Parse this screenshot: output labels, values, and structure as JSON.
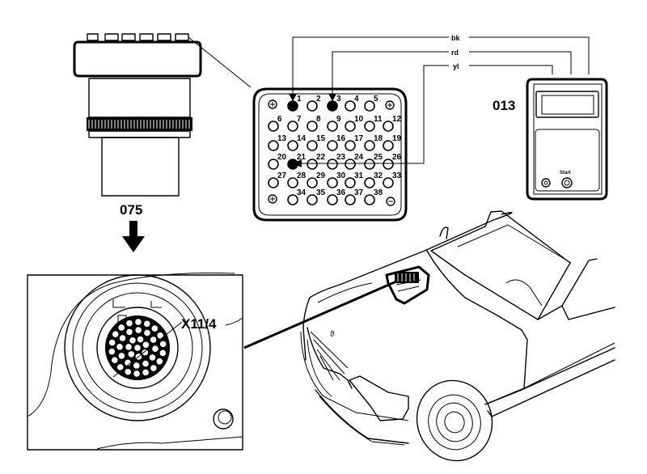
{
  "labels": {
    "adapter": "075",
    "tester": "013",
    "socket": "X11/4"
  },
  "wires": [
    {
      "label": "bk",
      "pin": 1
    },
    {
      "label": "rd",
      "pin": 3
    },
    {
      "label": "yl",
      "pin": 21
    }
  ],
  "tester": {
    "button_label": "Start"
  },
  "connector": {
    "pins": [
      {
        "n": "1",
        "active": true
      },
      {
        "n": "2",
        "active": false
      },
      {
        "n": "3",
        "active": true
      },
      {
        "n": "4",
        "active": false
      },
      {
        "n": "5",
        "active": false
      },
      {
        "n": "6",
        "active": false
      },
      {
        "n": "7",
        "active": false
      },
      {
        "n": "8",
        "active": false
      },
      {
        "n": "9",
        "active": false
      },
      {
        "n": "10",
        "active": false
      },
      {
        "n": "11",
        "active": false
      },
      {
        "n": "12",
        "active": false
      },
      {
        "n": "13",
        "active": false
      },
      {
        "n": "14",
        "active": false
      },
      {
        "n": "15",
        "active": false
      },
      {
        "n": "16",
        "active": false
      },
      {
        "n": "17",
        "active": false
      },
      {
        "n": "18",
        "active": false
      },
      {
        "n": "19",
        "active": false
      },
      {
        "n": "20",
        "active": false
      },
      {
        "n": "21",
        "active": true
      },
      {
        "n": "22",
        "active": false
      },
      {
        "n": "23",
        "active": false
      },
      {
        "n": "24",
        "active": false
      },
      {
        "n": "25",
        "active": false
      },
      {
        "n": "26",
        "active": false
      },
      {
        "n": "27",
        "active": false
      },
      {
        "n": "28",
        "active": false
      },
      {
        "n": "29",
        "active": false
      },
      {
        "n": "30",
        "active": false
      },
      {
        "n": "31",
        "active": false
      },
      {
        "n": "32",
        "active": false
      },
      {
        "n": "33",
        "active": false
      },
      {
        "n": "34",
        "active": false
      },
      {
        "n": "35",
        "active": false
      },
      {
        "n": "36",
        "active": false
      },
      {
        "n": "37",
        "active": false
      },
      {
        "n": "38",
        "active": false
      }
    ]
  },
  "colors": {
    "ink": "#000000",
    "paper": "#ffffff"
  }
}
